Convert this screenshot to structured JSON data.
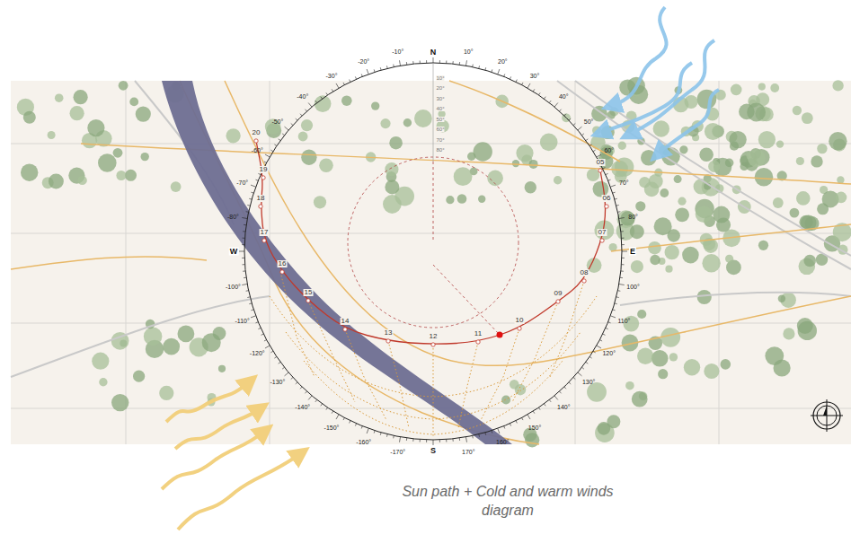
{
  "diagram": {
    "caption": "Sun path + Cold and warm winds diagram",
    "labels": [
      "N",
      "S",
      "E",
      "W",
      "-10°",
      "-20°",
      "-30°",
      "-40°",
      "-50°",
      "-60°",
      "-70°",
      "-80°",
      "-100°",
      "-110°",
      "-120°",
      "-130°",
      "-140°",
      "-150°",
      "-160°",
      "-170°",
      "10°",
      "20°",
      "30°",
      "40°",
      "50°",
      "60°",
      "70°",
      "80°",
      "100°",
      "110°",
      "120°",
      "130°",
      "140°",
      "150°",
      "160°",
      "170°",
      "10°",
      "20°",
      "30°",
      "40°",
      "50°",
      "60°",
      "70°",
      "80°",
      "20",
      "19",
      "18",
      "17",
      "16",
      "15",
      "14",
      "13",
      "12",
      "11",
      "10",
      "09",
      "08",
      "07",
      "06",
      "05"
    ]
  }
}
